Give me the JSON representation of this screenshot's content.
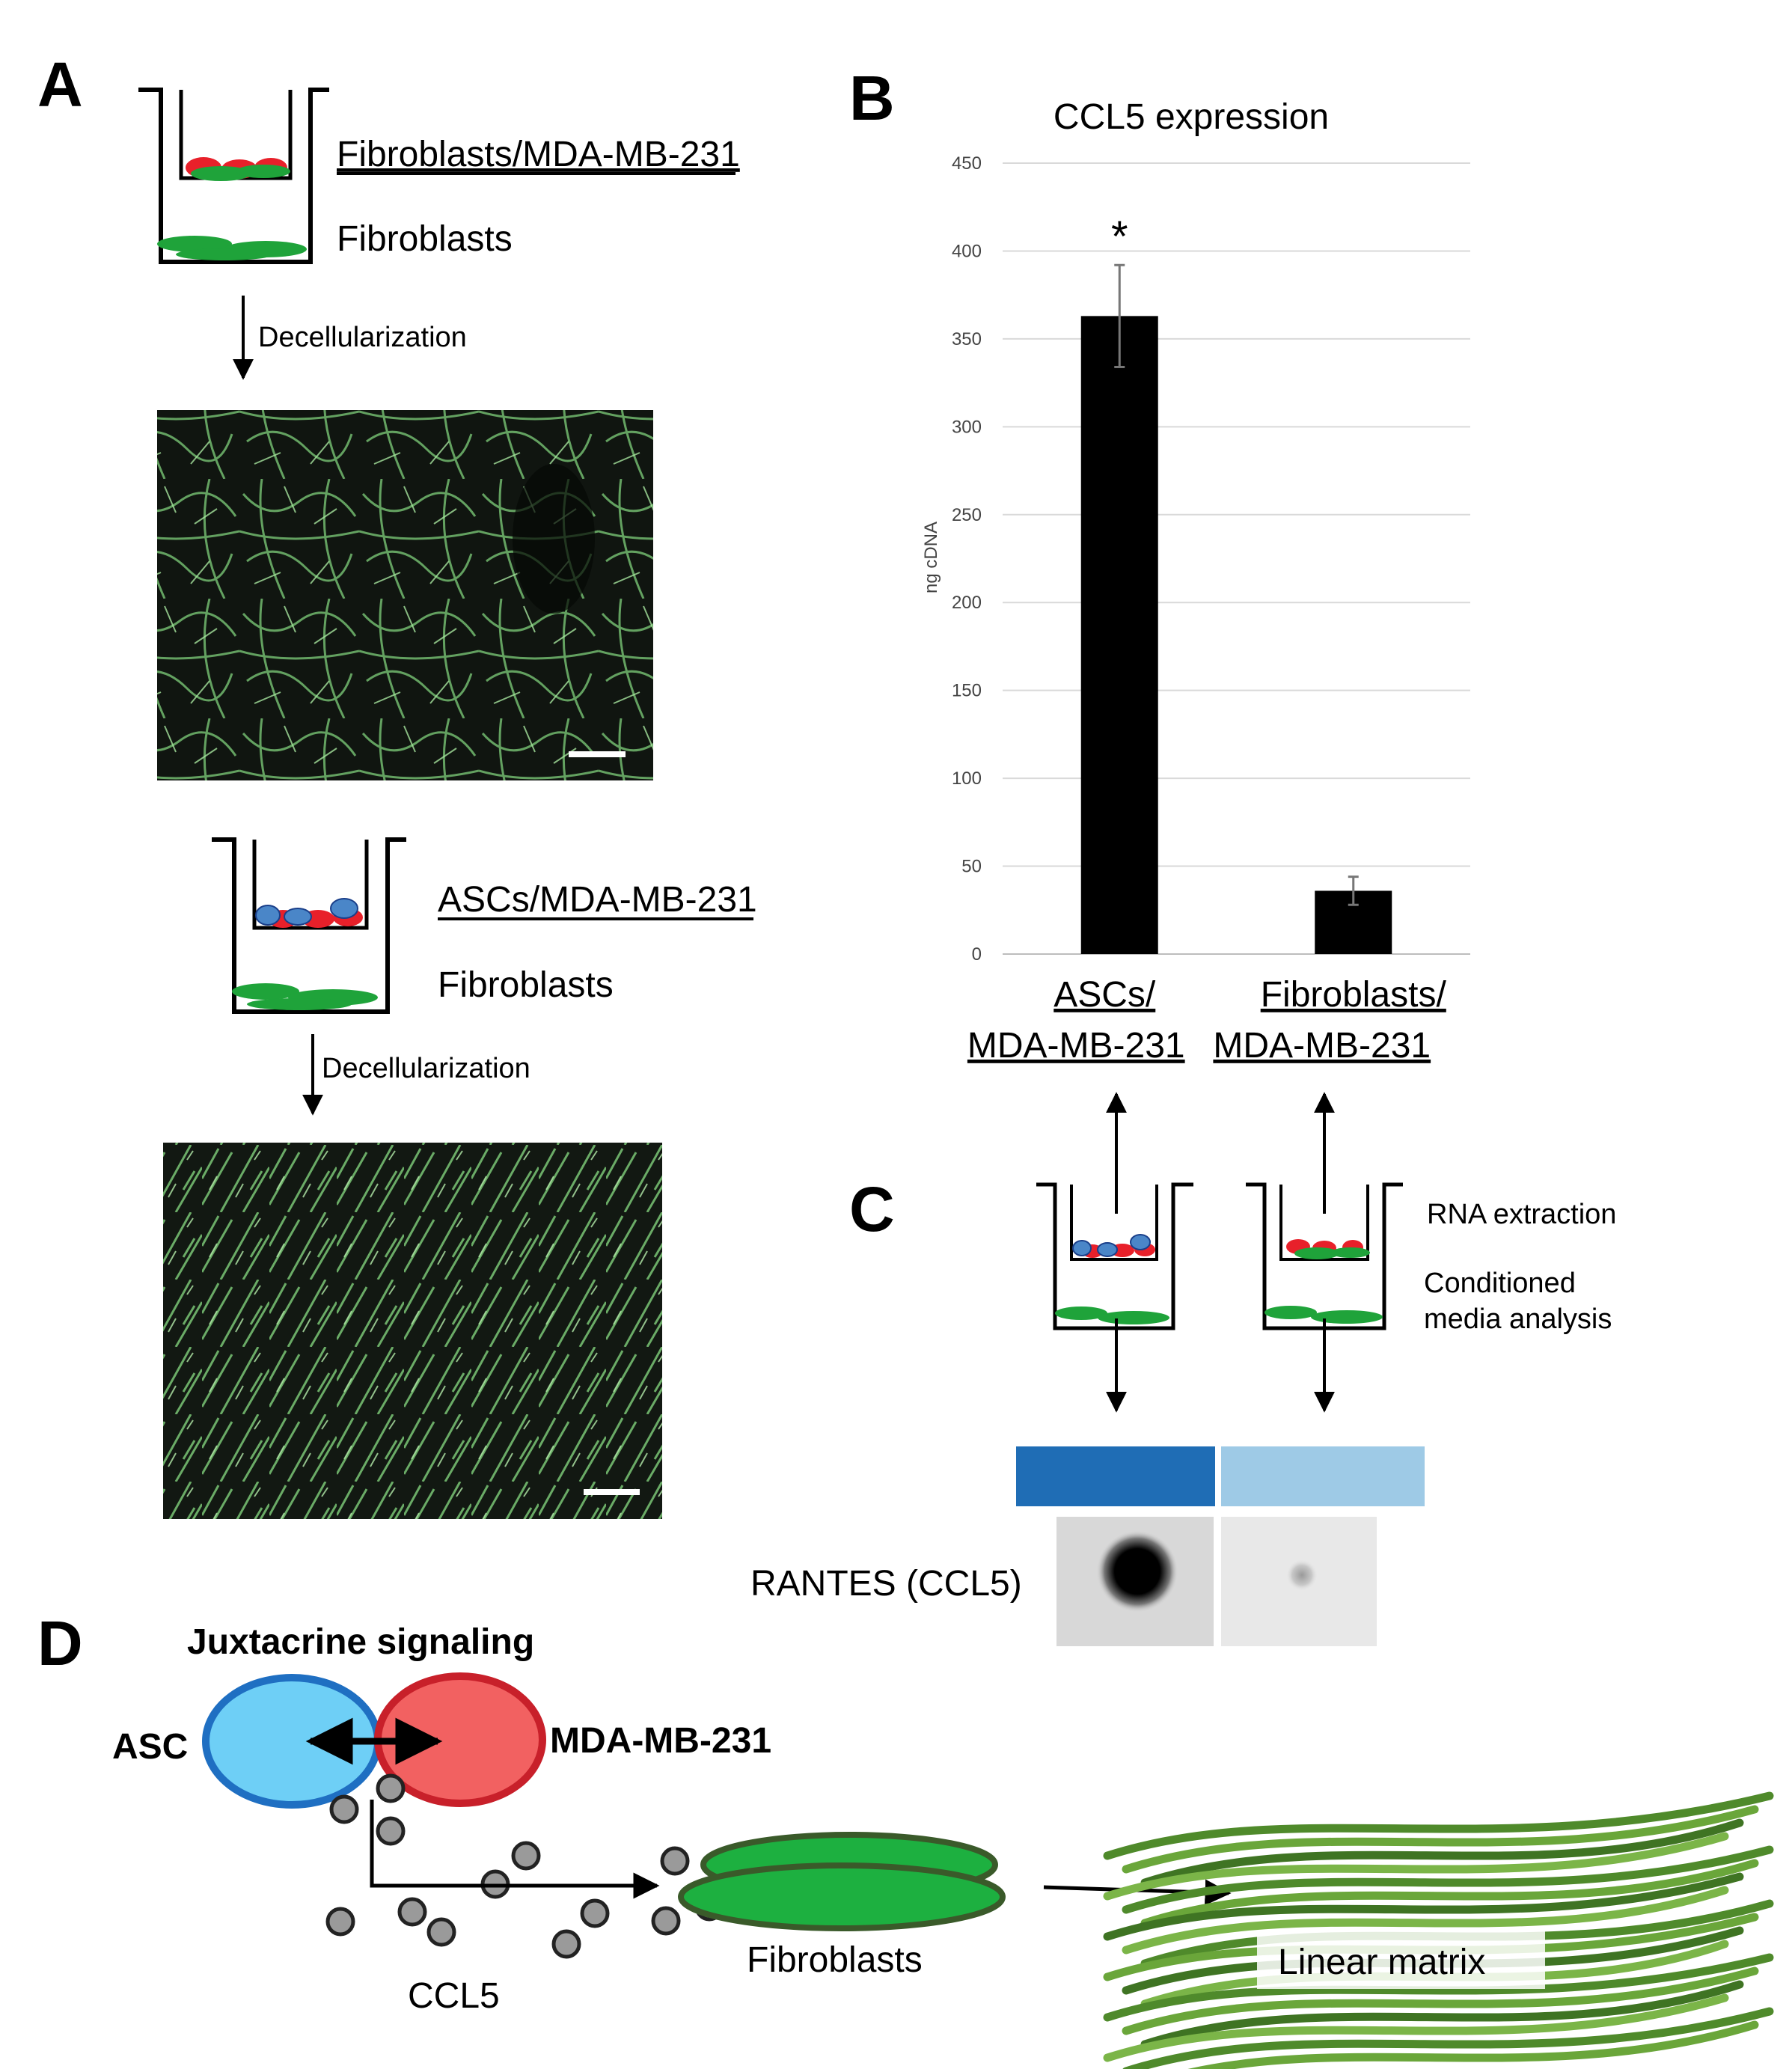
{
  "panels": {
    "a": "A",
    "b": "B",
    "c": "C",
    "d": "D"
  },
  "panel_a": {
    "diagram1": {
      "top_label": "Fibroblasts/MDA-MB-231",
      "bottom_label": "Fibroblasts",
      "arrow_label": "Decellularization"
    },
    "diagram2": {
      "top_label": "ASCs/MDA-MB-231",
      "bottom_label": "Fibroblasts",
      "arrow_label": "Decellularization"
    }
  },
  "panel_c": {
    "rna_label": "RNA extraction",
    "media_label_line1": "Conditioned",
    "media_label_line2": "media analysis",
    "blot_label": "RANTES (CCL5)",
    "bar_colors": [
      "#1f6db5",
      "#9ecae6"
    ]
  },
  "panel_d": {
    "title": "Juxtacrine signaling",
    "asc_label": "ASC",
    "mda_label": "MDA-MB-231",
    "ccl5_label": "CCL5",
    "fibroblast_label": "Fibroblasts",
    "matrix_label": "Linear matrix",
    "colors": {
      "asc": "#6ecff6",
      "asc_stroke": "#1f6fc2",
      "mda": "#f26161",
      "mda_stroke": "#c8202a",
      "fibroblast": "#1db040",
      "matrix": "#4f8a2b"
    }
  },
  "chart_data": {
    "type": "bar",
    "title": "CCL5 expression",
    "ylabel": "ng cDNA",
    "xlabel": "",
    "categories": [
      {
        "line1": "ASCs/",
        "line2": "MDA-MB-231"
      },
      {
        "line1": "Fibroblasts/",
        "line2": "MDA-MB-231"
      }
    ],
    "values": [
      363,
      36
    ],
    "errors": [
      29,
      8
    ],
    "significance": [
      "*",
      ""
    ],
    "ylim": [
      0,
      450
    ],
    "yticks": [
      0,
      50,
      100,
      150,
      200,
      250,
      300,
      350,
      400,
      450
    ],
    "grid": true,
    "bar_color": "#000000"
  }
}
